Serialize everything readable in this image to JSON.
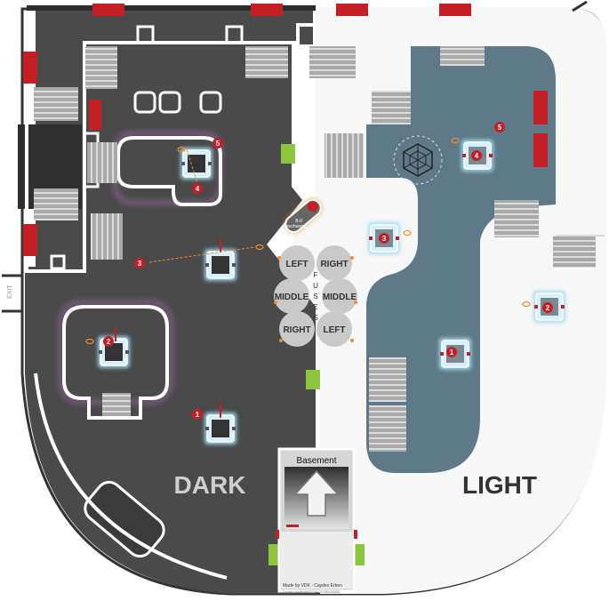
{
  "map": {
    "zones": {
      "dark_label": "DARK",
      "light_label": "LIGHT",
      "basement_label": "Basement"
    },
    "fuses": {
      "vertical_label": "FUSES",
      "letters": [
        "F",
        "U",
        "S",
        "E",
        "S"
      ],
      "left_column": [
        "LEFT",
        "MIDDLE",
        "RIGHT"
      ],
      "right_column": [
        "RIGHT",
        "MIDDLE",
        "LEFT"
      ]
    },
    "exchange": {
      "line1": "B-Il",
      "line2": "exchange"
    },
    "exit_label": "EXIT",
    "dark_markers": [
      "5",
      "4",
      "3",
      "2",
      "1"
    ],
    "light_markers": [
      "5",
      "4",
      "3",
      "2",
      "1"
    ],
    "credits": {
      "line1": "Made by VDK - Caydes Erben",
      "line2": "Google.com/Profile/1234/17/1789/4/5/8/8"
    },
    "colors": {
      "dark_floor": "#4a4a4a",
      "light_floor": "#f7f7f7",
      "water": "#5e7a89",
      "marker_red": "#c51f26",
      "stair_gray": "#a5a5a5",
      "fuse_circle": "#c9c9c9",
      "glow_blue": "#9fdcf3",
      "green_door": "#8cc63f",
      "orange_ring": "#f28c28"
    },
    "icons": [
      "spider-web-icon",
      "flare-pin-icon",
      "arrow-up-icon",
      "eye-marker-icon"
    ]
  }
}
